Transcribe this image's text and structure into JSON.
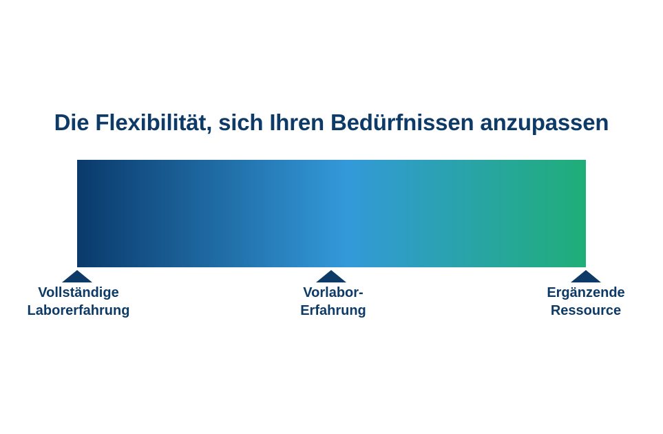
{
  "title": "Die Flexibilität, sich Ihren Bedürfnissen anzupassen",
  "colors": {
    "text": "#0d3a66",
    "gradient_start": "#0a3a6b",
    "gradient_mid": "#3399d9",
    "gradient_end": "#1fae78"
  },
  "scale_labels": [
    {
      "line1": "Vollständige",
      "line2": "Laborerfahrung"
    },
    {
      "line1": "Vorlabor-",
      "line2": "Erfahrung"
    },
    {
      "line1": "Ergänzende",
      "line2": "Ressource"
    }
  ]
}
